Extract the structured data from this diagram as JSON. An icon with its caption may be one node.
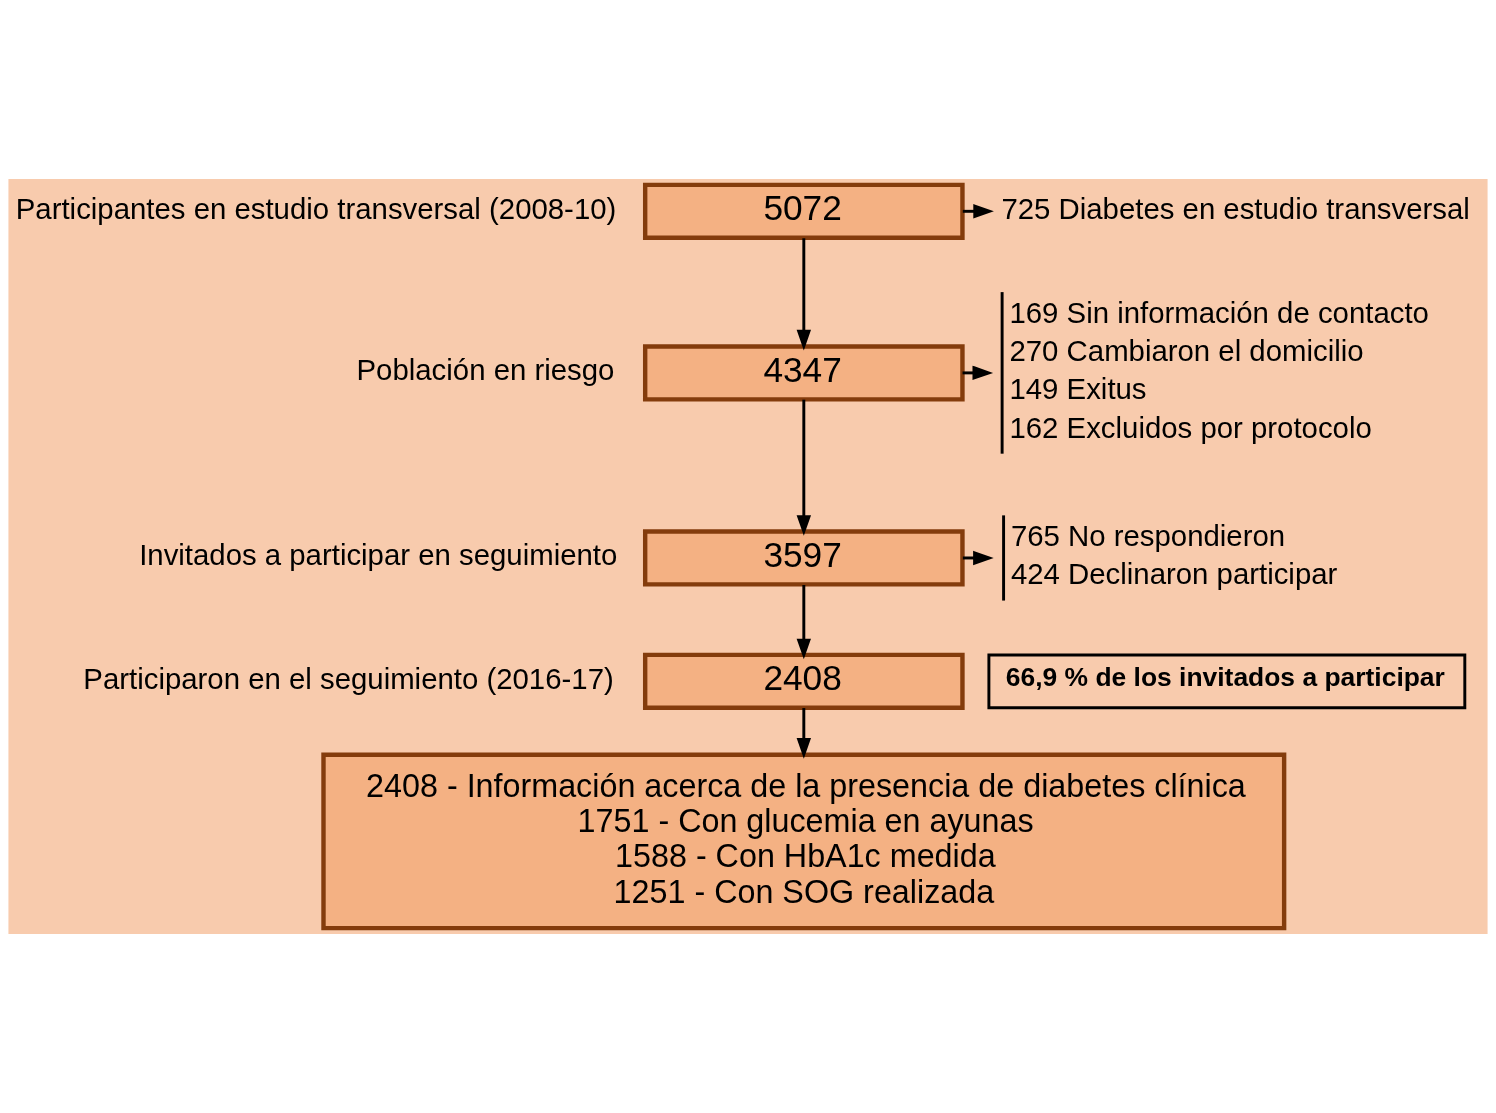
{
  "diagram": {
    "nodes": [
      {
        "text": [
          "5072"
        ],
        "beside": [
          "Participantes en estudio transversal (2008-10)"
        ]
      },
      {
        "text": [
          "725 Diabetes en estudio transversal"
        ]
      },
      {
        "text": [
          "4347"
        ],
        "beside": [
          "Población en riesgo"
        ]
      },
      {
        "text": [
          "169 Sin información de contacto",
          "270 Cambiaron el domicilio",
          "149 Exitus",
          "162 Excluidos por protocolo"
        ]
      },
      {
        "text": [
          "3597"
        ],
        "beside": [
          "Invitados a participar en seguimiento"
        ]
      },
      {
        "text": [
          "765 No respondieron",
          "424 Declinaron participar"
        ]
      },
      {
        "text": [
          "2408"
        ],
        "beside": [
          "Participaron en el seguimiento (2016-17)"
        ]
      },
      {
        "text": [
          "66,9 % de los invitados a participar"
        ]
      },
      {
        "text": [
          "2408 - Información acerca de la presencia de diabetes clínica",
          "1751 - Con glucemia en ayunas",
          "1588 - Con HbA1c medida",
          "1251 - Con SOG realizada"
        ]
      }
    ],
    "edges": [
      {
        "from": 0,
        "to": 1,
        "arrow": "to"
      },
      {
        "from": 0,
        "to": 2,
        "arrow": "to"
      },
      {
        "from": 2,
        "to": 3,
        "arrow": "to"
      },
      {
        "from": 2,
        "to": 4,
        "arrow": "to"
      },
      {
        "from": 4,
        "to": 5,
        "arrow": "to"
      },
      {
        "from": 4,
        "to": 6,
        "arrow": "to"
      },
      {
        "from": 6,
        "to": 8,
        "arrow": "to"
      }
    ]
  }
}
